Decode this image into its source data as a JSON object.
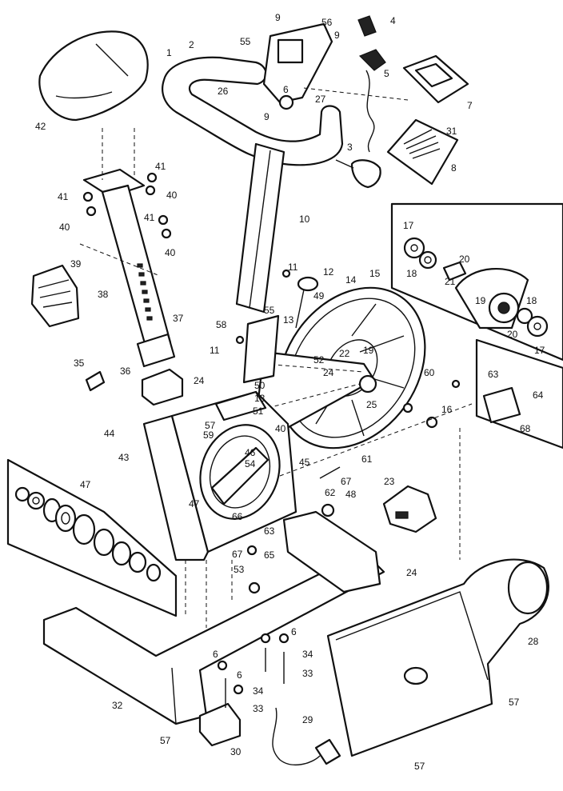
{
  "callouts": [
    {
      "id": "c1",
      "text": "1"
    },
    {
      "id": "c2",
      "text": "2"
    },
    {
      "id": "c3",
      "text": "3"
    },
    {
      "id": "c4",
      "text": "4"
    },
    {
      "id": "c5",
      "text": "5"
    },
    {
      "id": "c6a",
      "text": "6"
    },
    {
      "id": "c7",
      "text": "7"
    },
    {
      "id": "c8",
      "text": "8"
    },
    {
      "id": "c9a",
      "text": "9"
    },
    {
      "id": "c9b",
      "text": "9"
    },
    {
      "id": "c9c",
      "text": "9"
    },
    {
      "id": "c10",
      "text": "10"
    },
    {
      "id": "c11a",
      "text": "11"
    },
    {
      "id": "c11b",
      "text": "11"
    },
    {
      "id": "c12",
      "text": "12"
    },
    {
      "id": "c13a",
      "text": "13"
    },
    {
      "id": "c13b",
      "text": "13"
    },
    {
      "id": "c14",
      "text": "14"
    },
    {
      "id": "c15",
      "text": "15"
    },
    {
      "id": "c16",
      "text": "16"
    },
    {
      "id": "c17a",
      "text": "17"
    },
    {
      "id": "c17b",
      "text": "17"
    },
    {
      "id": "c18a",
      "text": "18"
    },
    {
      "id": "c18b",
      "text": "18"
    },
    {
      "id": "c19a",
      "text": "19"
    },
    {
      "id": "c19b",
      "text": "19"
    },
    {
      "id": "c20a",
      "text": "20"
    },
    {
      "id": "c20b",
      "text": "20"
    },
    {
      "id": "c21",
      "text": "21"
    },
    {
      "id": "c22",
      "text": "22"
    },
    {
      "id": "c23",
      "text": "23"
    },
    {
      "id": "c24a",
      "text": "24"
    },
    {
      "id": "c24b",
      "text": "24"
    },
    {
      "id": "c24c",
      "text": "24"
    },
    {
      "id": "c25",
      "text": "25"
    },
    {
      "id": "c26",
      "text": "26"
    },
    {
      "id": "c27",
      "text": "27"
    },
    {
      "id": "c28",
      "text": "28"
    },
    {
      "id": "c29",
      "text": "29"
    },
    {
      "id": "c30",
      "text": "30"
    },
    {
      "id": "c31",
      "text": "31"
    },
    {
      "id": "c32",
      "text": "32"
    },
    {
      "id": "c33a",
      "text": "33"
    },
    {
      "id": "c33b",
      "text": "33"
    },
    {
      "id": "c34a",
      "text": "34"
    },
    {
      "id": "c34b",
      "text": "34"
    },
    {
      "id": "c35",
      "text": "35"
    },
    {
      "id": "c36",
      "text": "36"
    },
    {
      "id": "c37",
      "text": "37"
    },
    {
      "id": "c38",
      "text": "38"
    },
    {
      "id": "c39",
      "text": "39"
    },
    {
      "id": "c40a",
      "text": "40"
    },
    {
      "id": "c40b",
      "text": "40"
    },
    {
      "id": "c40c",
      "text": "40"
    },
    {
      "id": "c40d",
      "text": "40"
    },
    {
      "id": "c41a",
      "text": "41"
    },
    {
      "id": "c41b",
      "text": "41"
    },
    {
      "id": "c41c",
      "text": "41"
    },
    {
      "id": "c42",
      "text": "42"
    },
    {
      "id": "c43",
      "text": "43"
    },
    {
      "id": "c44",
      "text": "44"
    },
    {
      "id": "c45",
      "text": "45"
    },
    {
      "id": "c46",
      "text": "46"
    },
    {
      "id": "c47a",
      "text": "47"
    },
    {
      "id": "c47b",
      "text": "47"
    },
    {
      "id": "c48",
      "text": "48"
    },
    {
      "id": "c49",
      "text": "49"
    },
    {
      "id": "c50",
      "text": "50"
    },
    {
      "id": "c51",
      "text": "51"
    },
    {
      "id": "c52",
      "text": "52"
    },
    {
      "id": "c53",
      "text": "53"
    },
    {
      "id": "c54",
      "text": "54"
    },
    {
      "id": "c55a",
      "text": "55"
    },
    {
      "id": "c55b",
      "text": "55"
    },
    {
      "id": "c56",
      "text": "56"
    },
    {
      "id": "c57a",
      "text": "57"
    },
    {
      "id": "c57b",
      "text": "57"
    },
    {
      "id": "c57c",
      "text": "57"
    },
    {
      "id": "c57d",
      "text": "57"
    },
    {
      "id": "c58",
      "text": "58"
    },
    {
      "id": "c59",
      "text": "59"
    },
    {
      "id": "c60",
      "text": "60"
    },
    {
      "id": "c61",
      "text": "61"
    },
    {
      "id": "c62",
      "text": "62"
    },
    {
      "id": "c63a",
      "text": "63"
    },
    {
      "id": "c63b",
      "text": "63"
    },
    {
      "id": "c64",
      "text": "64"
    },
    {
      "id": "c65",
      "text": "65"
    },
    {
      "id": "c66",
      "text": "66"
    },
    {
      "id": "c67a",
      "text": "67"
    },
    {
      "id": "c67b",
      "text": "67"
    },
    {
      "id": "c68",
      "text": "68"
    },
    {
      "id": "c6b",
      "text": "6"
    },
    {
      "id": "c6c",
      "text": "6"
    },
    {
      "id": "c6d",
      "text": "6"
    }
  ]
}
